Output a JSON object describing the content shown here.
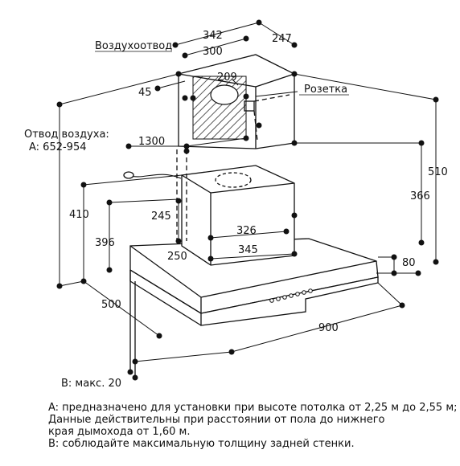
{
  "labels": {
    "air_duct": "Воздухоотвод",
    "socket": "Розетка",
    "air_outlet_title": "Отвод воздуха:",
    "air_outlet_range": "A: 652-954",
    "b_max": "B: макс. 20"
  },
  "dimensions": {
    "d342": "342",
    "d247": "247",
    "d300": "300",
    "d209": "209",
    "d45": "45",
    "d1300": "1300",
    "d510": "510",
    "d366": "366",
    "d410": "410",
    "d396": "396",
    "d245": "245",
    "d326": "326",
    "d250": "250",
    "d345": "345",
    "d80": "80",
    "d500": "500",
    "d900": "900"
  },
  "notes": {
    "line1": "A: предназначено для установки при высоте потолка от 2,25 м до 2,55 м;",
    "line2": "Данные действительны при расстоянии от пола до нижнего",
    "line3": "края дымохода от 1,60 м.",
    "line4": "B: соблюдайте максимальную толщину задней стенки."
  }
}
